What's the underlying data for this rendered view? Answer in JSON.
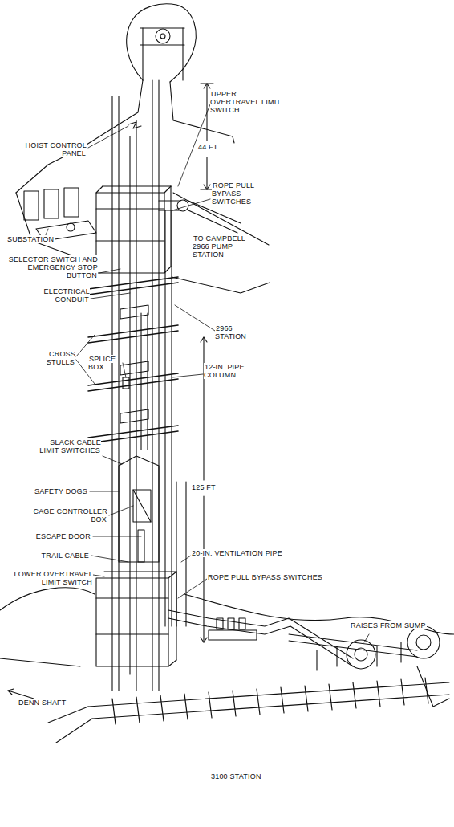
{
  "diagram": {
    "labels": [
      "HOIST CONTROL PANEL",
      "UPPER OVERTRAVEL LIMIT SWITCH",
      "44 FT",
      "ROPE PULL BYPASS SWITCHES",
      "SUBSTATION",
      "TO CAMPBELL 2966 PUMP STATION",
      "SELECTOR SWITCH AND EMERGENCY STOP BUTTON",
      "ELECTRICAL CONDUIT",
      "2966 STATION",
      "CROSS STULLS",
      "SPLICE BOX",
      "12-IN. PIPE COLUMN",
      "125 FT",
      "SLACK CABLE LIMIT SWITCHES",
      "SAFETY DOGS",
      "CAGE CONTROLLER BOX",
      "ESCAPE DOOR",
      "TRAIL CABLE",
      "20-IN. VENTILATION PIPE",
      "LOWER OVERTRAVEL LIMIT SWITCH",
      "ROPE PULL BYPASS SWITCHES",
      "RAISES FROM SUMP",
      "DENN SHAFT",
      "3100 STATION"
    ]
  }
}
